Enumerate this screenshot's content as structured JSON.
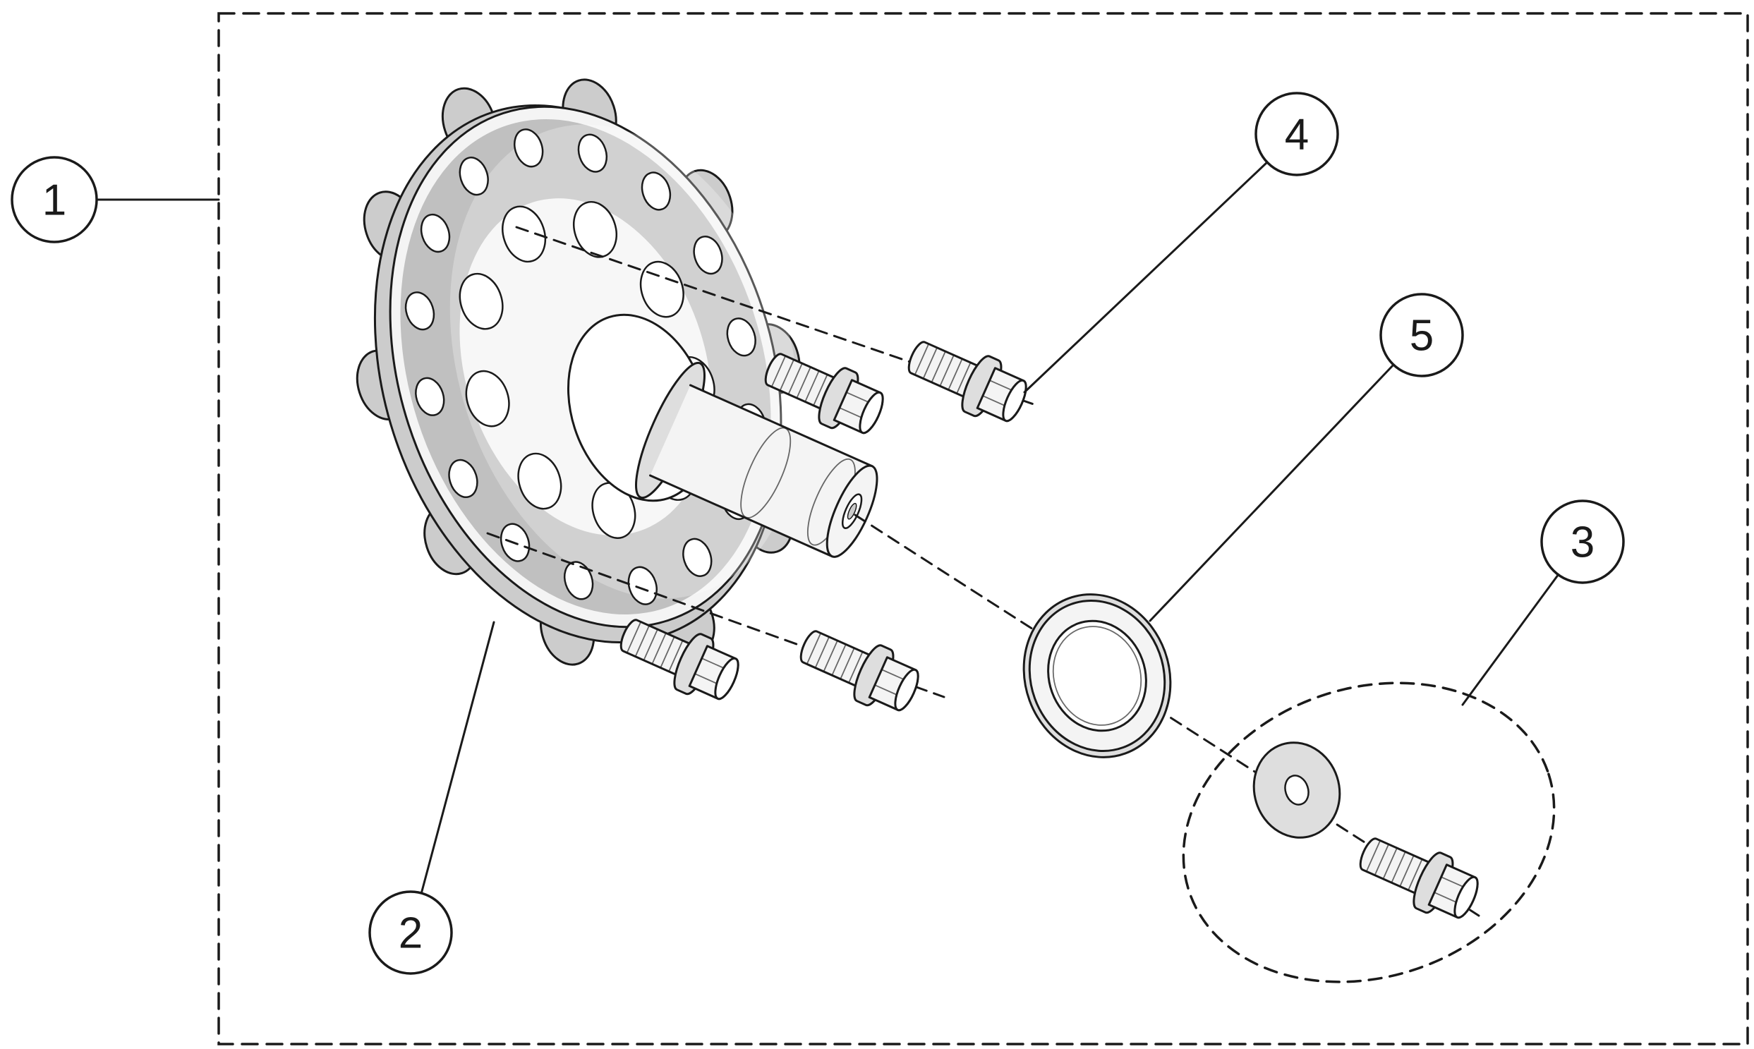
{
  "colors": {
    "ink": "#1a1a1a",
    "paper": "#ffffff",
    "metal_light": "#f4f4f4",
    "metal_mid": "#dedede",
    "metal_dark": "#b3b3b3",
    "metal_edge": "#cccccc"
  },
  "diagram": {
    "callouts": [
      {
        "label": "1"
      },
      {
        "label": "2"
      },
      {
        "label": "3"
      },
      {
        "label": "4"
      },
      {
        "label": "5"
      }
    ]
  }
}
